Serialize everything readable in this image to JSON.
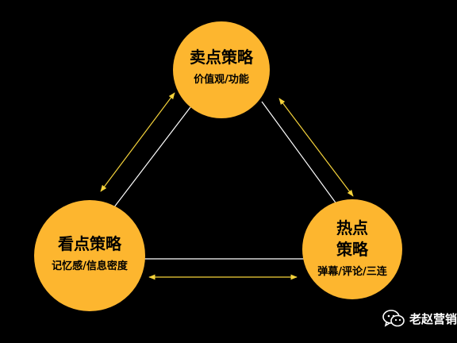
{
  "nodes": {
    "top": {
      "title": "卖点策略",
      "subtitle": "价值观/功能"
    },
    "left": {
      "title": "看点策略",
      "subtitle": "记忆感/信息密度"
    },
    "right": {
      "title": "热点\n策略",
      "title_line1": "热点",
      "title_line2": "策略",
      "subtitle": "弹幕/评论/三连"
    }
  },
  "watermark": {
    "text": "老赵营销",
    "icon": "wechat-icon"
  },
  "colors": {
    "background": "#000000",
    "node_fill": "#FDB62F",
    "connector_line": "#FFFFFF",
    "arrow": "#F5D33B"
  }
}
